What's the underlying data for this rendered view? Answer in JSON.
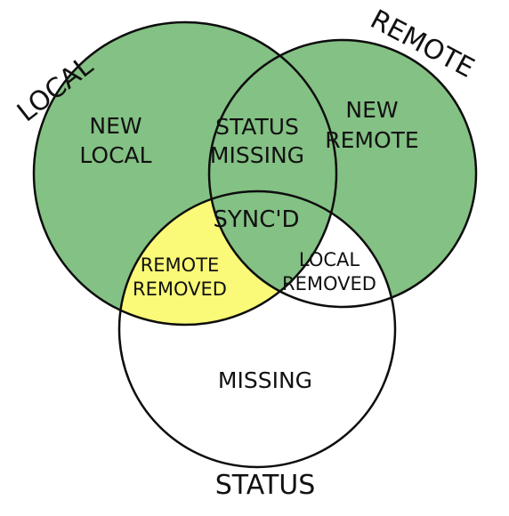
{
  "diagram": {
    "colors": {
      "set_fill": "#84c184",
      "stroke": "#0d0d0d",
      "highlight": "#fafa78",
      "white": "#ffffff",
      "synced_text": "#2e9a2e"
    },
    "sets": {
      "local": "LOCAL",
      "remote": "REMOTE",
      "status": "STATUS"
    },
    "regions": {
      "new_local": [
        "NEW",
        "LOCAL"
      ],
      "new_remote": [
        "NEW",
        "REMOTE"
      ],
      "status_missing": [
        "STATUS",
        "MISSING"
      ],
      "synced": "SYNC'D",
      "remote_removed": [
        "REMOTE",
        "REMOVED"
      ],
      "local_removed": [
        "LOCAL",
        "REMOVED"
      ],
      "missing": "MISSING"
    }
  }
}
